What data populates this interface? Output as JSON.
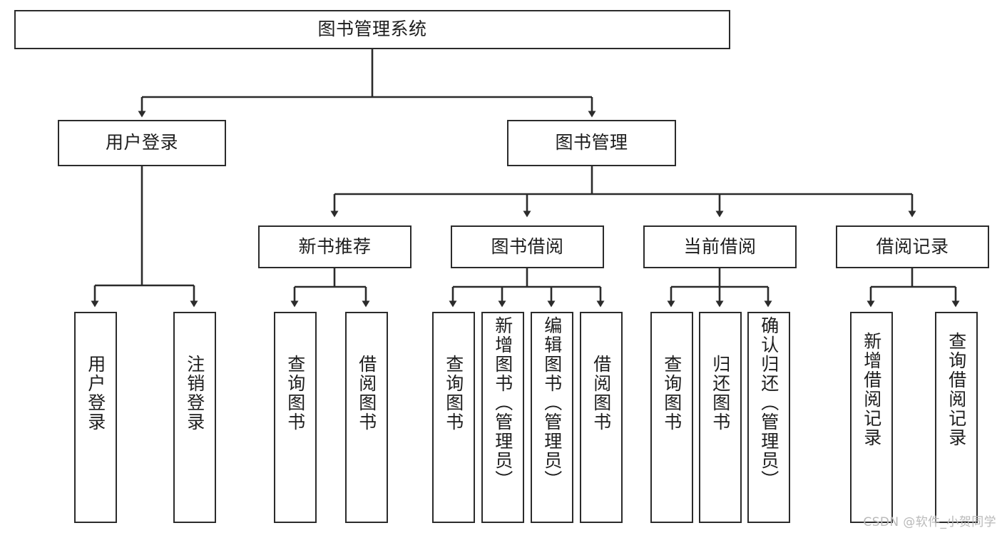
{
  "diagram": {
    "title": "图书管理系统",
    "watermark": "CSDN @软件_小贺同学",
    "root": {
      "label": "图书管理系统"
    },
    "level2": [
      {
        "id": "user-login",
        "label": "用户登录"
      },
      {
        "id": "book-manage",
        "label": "图书管理"
      }
    ],
    "level3": [
      {
        "id": "new-book-recommend",
        "label": "新书推荐"
      },
      {
        "id": "book-borrow",
        "label": "图书借阅"
      },
      {
        "id": "current-borrow",
        "label": "当前借阅"
      },
      {
        "id": "borrow-record",
        "label": "借阅记录"
      }
    ],
    "leaves": [
      {
        "id": "leaf-user-login",
        "label": "用户登录",
        "parent": "user-login"
      },
      {
        "id": "leaf-logout",
        "label": "注销登录",
        "parent": "user-login"
      },
      {
        "id": "leaf-query-book-1",
        "label": "查询图书",
        "parent": "new-book-recommend"
      },
      {
        "id": "leaf-borrow-book-1",
        "label": "借阅图书",
        "parent": "new-book-recommend"
      },
      {
        "id": "leaf-query-book-2",
        "label": "查询图书",
        "parent": "book-borrow"
      },
      {
        "id": "leaf-add-book",
        "label": "新增图书（管理员）",
        "parent": "book-borrow"
      },
      {
        "id": "leaf-edit-book",
        "label": "编辑图书（管理员）",
        "parent": "book-borrow"
      },
      {
        "id": "leaf-borrow-book-2",
        "label": "借阅图书",
        "parent": "book-borrow"
      },
      {
        "id": "leaf-query-book-3",
        "label": "查询图书",
        "parent": "current-borrow"
      },
      {
        "id": "leaf-return-book",
        "label": "归还图书",
        "parent": "current-borrow"
      },
      {
        "id": "leaf-confirm-return",
        "label": "确认归还（管理员）",
        "parent": "current-borrow"
      },
      {
        "id": "leaf-add-record",
        "label": "新增借阅记录",
        "parent": "borrow-record"
      },
      {
        "id": "leaf-query-record",
        "label": "查询借阅记录",
        "parent": "borrow-record"
      }
    ]
  }
}
